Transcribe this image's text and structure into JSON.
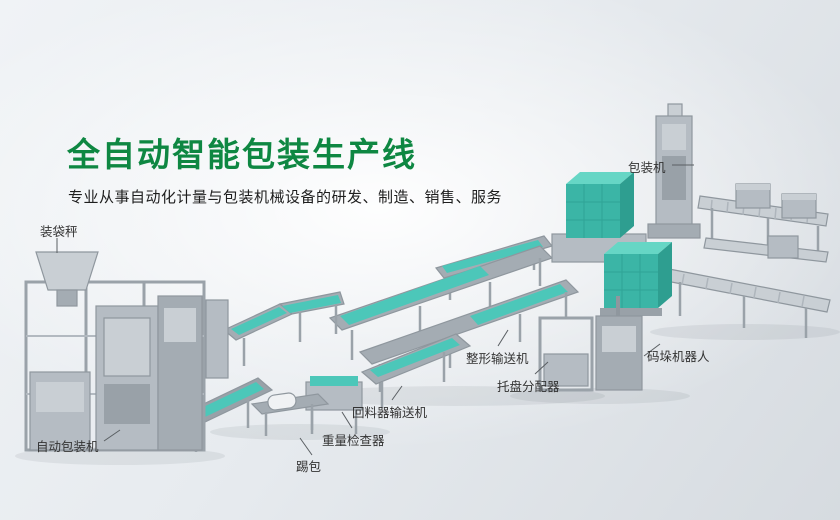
{
  "hero": {
    "title": "全自动智能包装生产线",
    "subtitle": "专业从事自动化计量与包装机械设备的研发、制造、销售、服务"
  },
  "machine_labels": [
    {
      "id": "bagging-scale",
      "text": "装袋秤"
    },
    {
      "id": "packing-machine",
      "text": "包装机"
    },
    {
      "id": "auto-packing-machine",
      "text": "自动包装机"
    },
    {
      "id": "kick-off",
      "text": "踢包"
    },
    {
      "id": "checkweigher",
      "text": "重量检查器"
    },
    {
      "id": "return-conveyor",
      "text": "回料器输送机"
    },
    {
      "id": "shaping-conveyor",
      "text": "整形输送机"
    },
    {
      "id": "pallet-dispenser",
      "text": "托盘分配器"
    },
    {
      "id": "palletizing-robot",
      "text": "码垛机器人"
    }
  ],
  "colors": {
    "title_green": "#0e8742",
    "machine_teal": "#4cc7b9",
    "machine_teal_dark": "#2fa396",
    "label_text": "#333333"
  }
}
